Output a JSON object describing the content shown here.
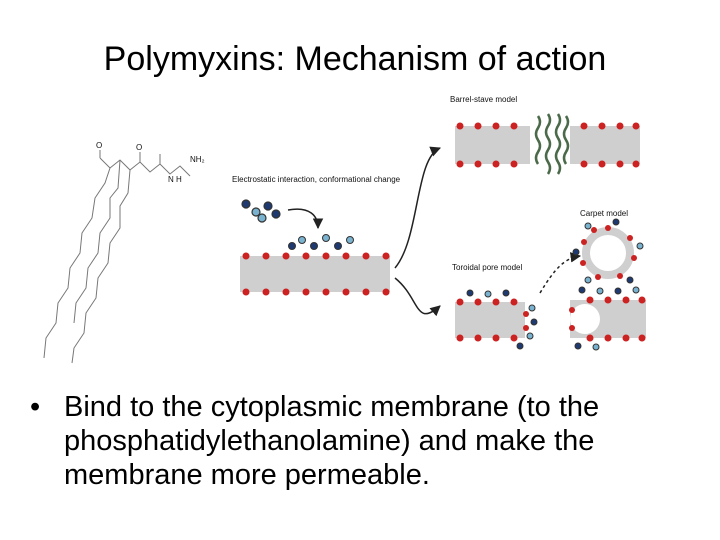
{
  "slide": {
    "title": "Polymyxins: Mechanism of action",
    "bullets": [
      {
        "marker": "•",
        "text": "Bind to the cytoplasmic membrane (to the phosphatidylethanolamine) and make the membrane more permeable."
      }
    ]
  },
  "figure": {
    "labels": {
      "barrel_stave": "Barrel-stave model",
      "electrostatic": "Electrostatic interaction, conformational change",
      "carpet": "Carpet model",
      "toroidal": "Toroidal pore model"
    },
    "structure_labels": {
      "nh2": "NH₂",
      "o": "O",
      "n": "N",
      "h": "H"
    }
  }
}
